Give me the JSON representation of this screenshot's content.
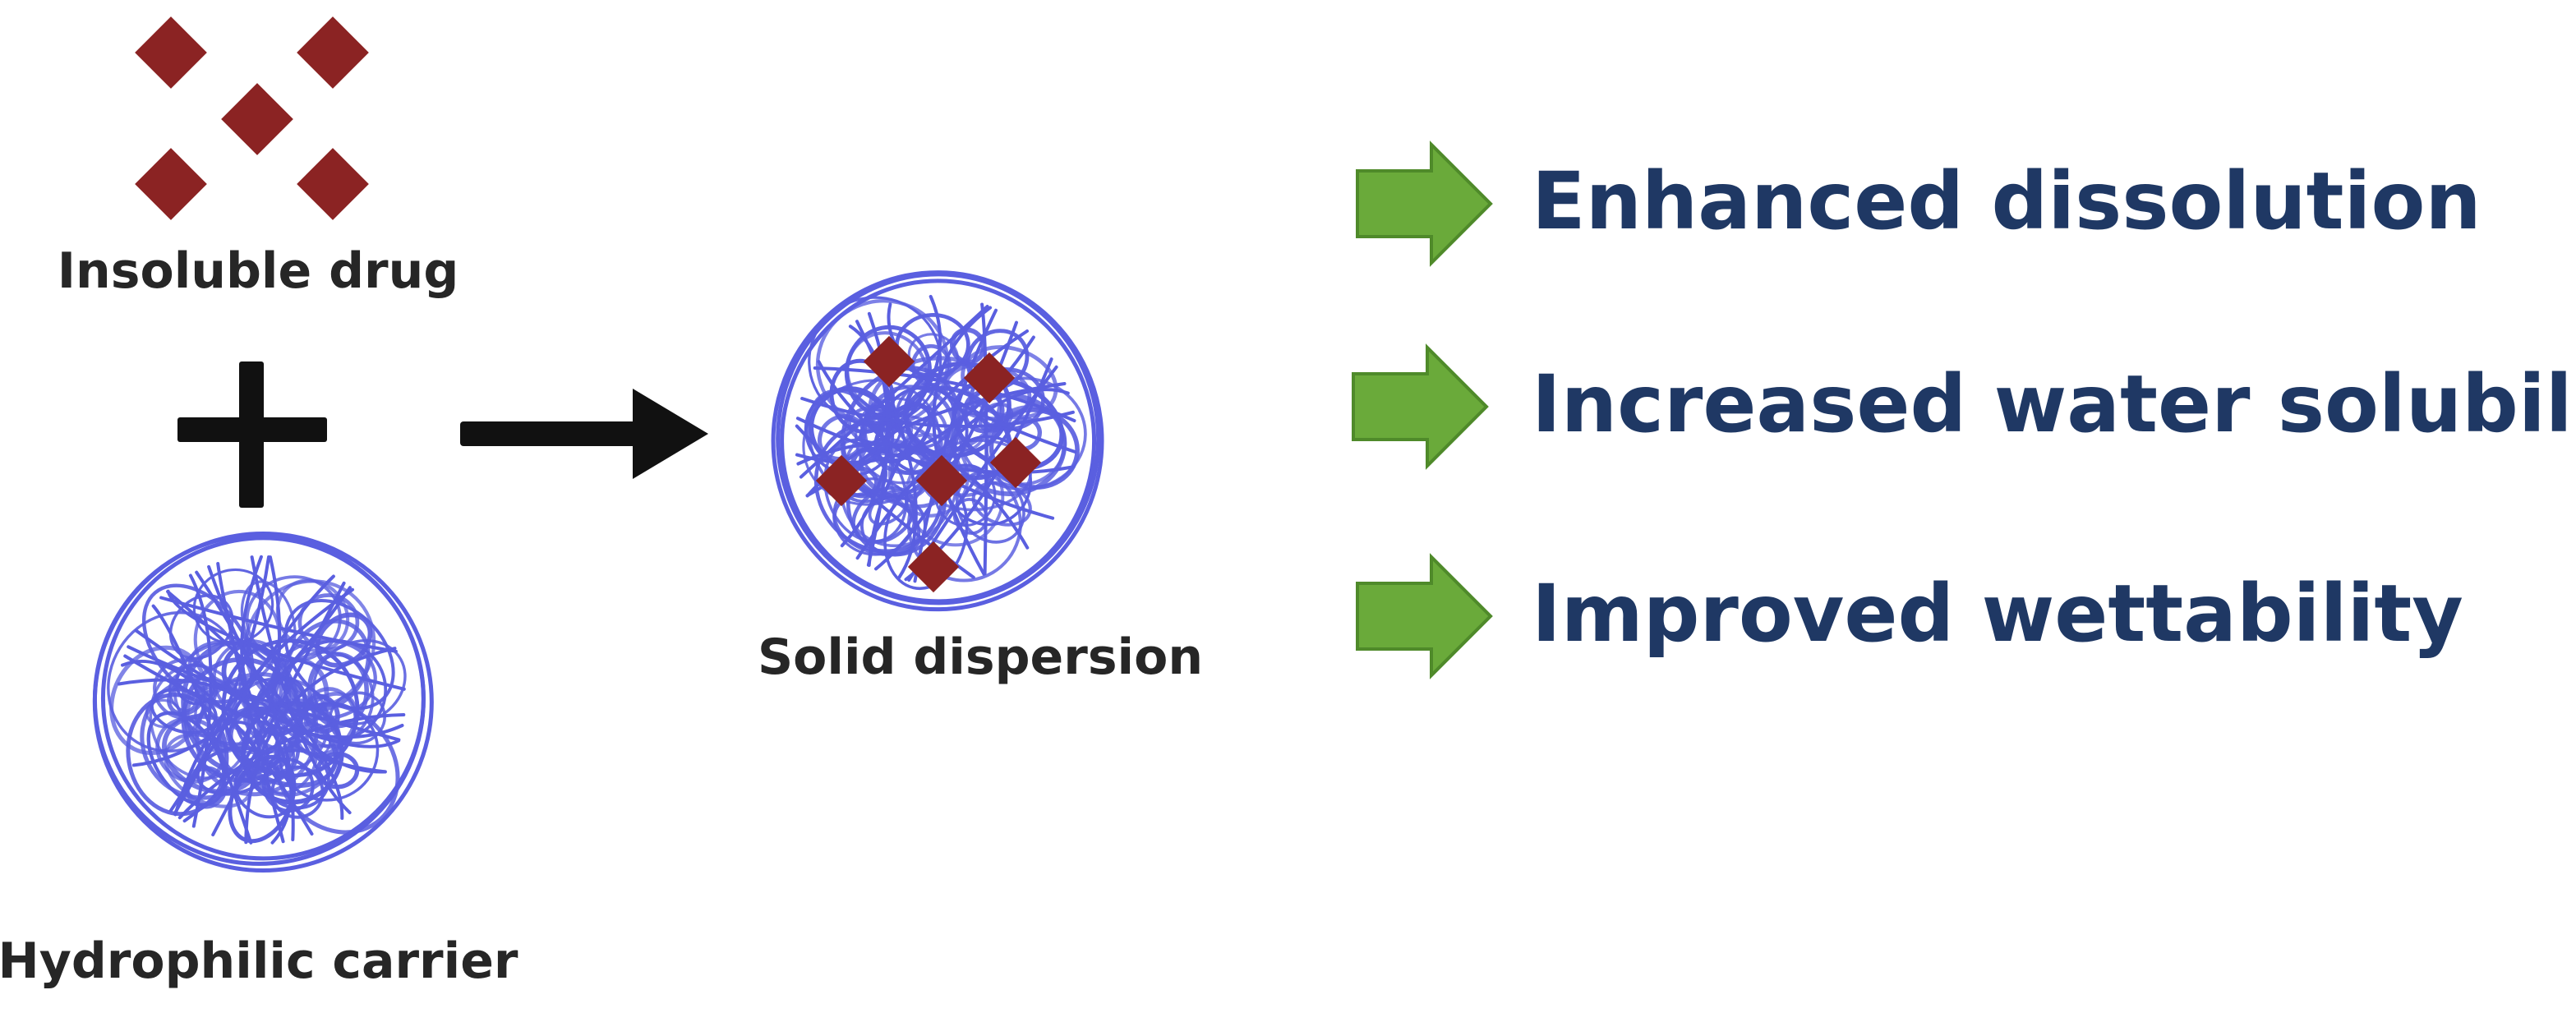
{
  "colors": {
    "drug": "#8b2323",
    "carrier": "#5a5fe0",
    "arrow_outcome": "#6aaa3a",
    "arrow_outcome_stroke": "#4f8a2a",
    "outcome_text": "#1f3864",
    "black": "#111111"
  },
  "labels": {
    "insoluble_drug": "Insoluble drug",
    "hydrophilic_carrier": "Hydrophilic carrier",
    "solid_dispersion": "Solid dispersion"
  },
  "outcomes": [
    {
      "text": "Enhanced dissolution",
      "icon": "green-right-arrow-icon"
    },
    {
      "text": "Increased water solubility",
      "icon": "green-right-arrow-icon"
    },
    {
      "text": "Improved wettability",
      "icon": "green-right-arrow-icon"
    }
  ]
}
